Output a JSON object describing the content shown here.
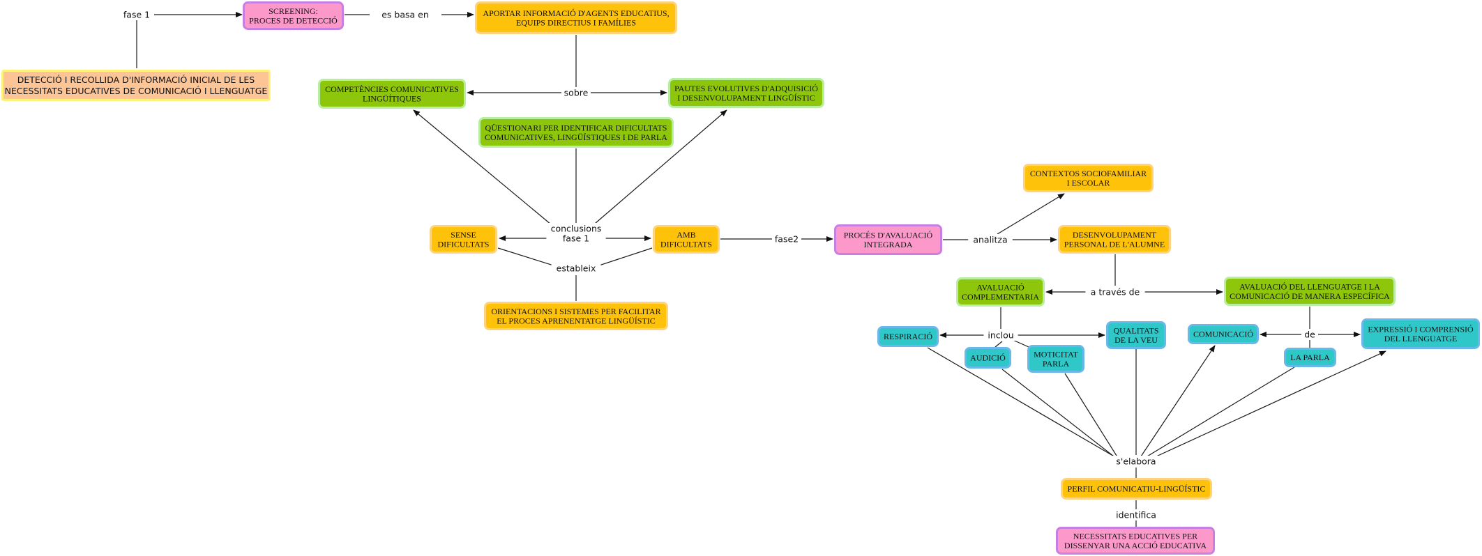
{
  "colors": {
    "pink": {
      "fill": "#fd98cb",
      "stroke": "#c77fe2"
    },
    "orange": {
      "fill": "#fec20a",
      "stroke": "#ffd27e"
    },
    "green": {
      "fill": "#8dc60a",
      "stroke": "#b8ee9f"
    },
    "teal": {
      "fill": "#2fc7c7",
      "stroke": "#6ab8e9"
    },
    "peach": {
      "fill": "#fdc496",
      "stroke": "#fff27a"
    }
  },
  "concepts": [
    {
      "id": "screening",
      "color": "pink",
      "lines": [
        "SCREENING:",
        "PROCES DE DETECCIÓ"
      ]
    },
    {
      "id": "aportar",
      "color": "orange",
      "lines": [
        "APORTAR INFORMACIÓ D'AGENTS EDUCATIUS,",
        "EQUIPS DIRECTIUS I FAMÍLIES"
      ]
    },
    {
      "id": "deteccio",
      "color": "peach",
      "sans": true,
      "lines": [
        "DETECCIÓ I RECOLLIDA D'INFORMACIÓ INICIAL DE LES",
        "NECESSITATS EDUCATIVES DE COMUNICACIÓ I LLENGUATGE"
      ]
    },
    {
      "id": "competencies",
      "color": "green",
      "lines": [
        "COMPETÈNCIES COMUNICATIVES",
        "LINGÜÍTIQUES"
      ]
    },
    {
      "id": "pautes",
      "color": "green",
      "lines": [
        "PAUTES EVOLUTIVES D'ADQUISICIÓ",
        "I DESENVOLUPAMENT LINGÜÍSTIC"
      ]
    },
    {
      "id": "questionari",
      "color": "green",
      "lines": [
        "QÜESTIONARI PER IDENTIFICAR DIFICULTATS",
        "COMUNICATIVES, LINGÜÍSTIQUES I DE PARLA"
      ]
    },
    {
      "id": "sense",
      "color": "orange",
      "lines": [
        "SENSE",
        "DIFICULTATS"
      ]
    },
    {
      "id": "amb",
      "color": "orange",
      "lines": [
        "AMB",
        "DIFICULTATS"
      ]
    },
    {
      "id": "orientacions",
      "color": "orange",
      "lines": [
        "ORIENTACIONS I SISTEMES PER FACILITAR",
        "EL PROCES APRENENTATGE LINGÜÍSTIC"
      ]
    },
    {
      "id": "proces",
      "color": "pink",
      "lines": [
        "PROCÉS D'AVALUACIÓ",
        "INTEGRADA"
      ]
    },
    {
      "id": "contextos",
      "color": "orange",
      "lines": [
        "CONTEXTOS SOCIOFAMILIAR",
        "I ESCOLAR"
      ]
    },
    {
      "id": "desenvolupament",
      "color": "orange",
      "lines": [
        "DESENVOLUPAMENT",
        "PERSONAL DE L'ALUMNE"
      ]
    },
    {
      "id": "avalcompl",
      "color": "green",
      "lines": [
        "AVALUACIÓ",
        "COMPLEMENTARIA"
      ]
    },
    {
      "id": "avalllenguatge",
      "color": "green",
      "lines": [
        "AVALUACIÓ DEL LLENGUATGE I LA",
        "COMUNICACIÓ DE MANERA ESPECÍFICA"
      ]
    },
    {
      "id": "respiracio",
      "color": "teal",
      "lines": [
        "RESPIRACIÓ"
      ]
    },
    {
      "id": "audicio",
      "color": "teal",
      "lines": [
        "AUDICIÓ"
      ]
    },
    {
      "id": "motricitat",
      "color": "teal",
      "lines": [
        "MOTICITAT",
        "PARLA"
      ]
    },
    {
      "id": "qualitats",
      "color": "teal",
      "lines": [
        "QUALITATS",
        "DE LA VEU"
      ]
    },
    {
      "id": "comunicacio",
      "color": "teal",
      "lines": [
        "COMUNICACIÓ"
      ]
    },
    {
      "id": "laparla",
      "color": "teal",
      "lines": [
        "LA PARLA"
      ]
    },
    {
      "id": "expressio",
      "color": "teal",
      "lines": [
        "EXPRESSIÓ I COMPRENSIÓ",
        "DEL LLENGUATGE"
      ]
    },
    {
      "id": "perfil",
      "color": "orange",
      "lines": [
        "PERFIL COMUNICATIU-LINGÜÍSTIC"
      ]
    },
    {
      "id": "necessitats",
      "color": "pink",
      "lines": [
        "NECESSITATS EDUCATIVES PER",
        "DISSENYAR UNA ACCIÓ EDUCATIVA"
      ]
    }
  ],
  "linking_phrases": [
    {
      "id": "fase1",
      "lines": [
        "fase 1"
      ]
    },
    {
      "id": "esbasaen",
      "lines": [
        "es basa en"
      ]
    },
    {
      "id": "sobre",
      "lines": [
        "sobre"
      ]
    },
    {
      "id": "conclusions",
      "lines": [
        "conclusions",
        "fase 1"
      ]
    },
    {
      "id": "estableix",
      "lines": [
        "estableix"
      ]
    },
    {
      "id": "fase2",
      "lines": [
        "fase2"
      ]
    },
    {
      "id": "analitza",
      "lines": [
        "analitza"
      ]
    },
    {
      "id": "atraves",
      "lines": [
        "a través de"
      ]
    },
    {
      "id": "inclou",
      "lines": [
        "inclou"
      ]
    },
    {
      "id": "de",
      "lines": [
        "de"
      ]
    },
    {
      "id": "selabora",
      "lines": [
        "s'elabora"
      ]
    },
    {
      "id": "identifica",
      "lines": [
        "identifica"
      ]
    }
  ]
}
